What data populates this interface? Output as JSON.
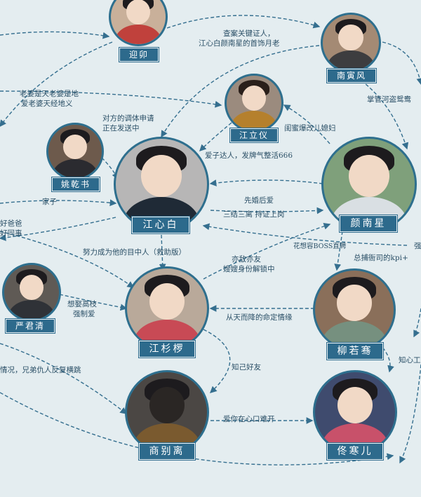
{
  "colors": {
    "background": "#e4edf0",
    "edge": "#356f8f",
    "tag": "#2d6a8c"
  },
  "characters": {
    "yingmao": "迎卯",
    "nanyinfeng": "南寅风",
    "jianglizyi": "江立仪",
    "yaoqianshu": "姚乾书",
    "jiangxinbai": "江心白",
    "yannanxing": "颜南星",
    "yanjunqing": "严君清",
    "jiangshanshan": "江杉椤",
    "liuruohan": "柳若骞",
    "shangbieli": "商别离",
    "tonghaner": "佟寒儿"
  },
  "relations": {
    "r1": "查案关键证人，",
    "r2": "江心白颜南星的首饰月老",
    "r3": "掌管河盗鸳鸯",
    "r4": "老婆是天老婆是地",
    "r5": "爱老婆天经地义",
    "r6": "对方的调体申请",
    "r7": "正在发送中",
    "r8": "闺蜜爆改儿媳妇",
    "r9": "爱子达人，发牌气整活666",
    "r10": "家子",
    "r11": "先婚后爱",
    "r12": "三结三离 持证上岗",
    "r13": "好爸爸",
    "r14": "好同事",
    "r15": "努力成为他的目中人（救助版）",
    "r16": "亦敌亦友",
    "r17": "嫂嫂身份解锁中",
    "r18": "花想容BOSS直聘",
    "r19": "总捕衙司的kpi+",
    "r20": "想娶高枝",
    "r21": "强制爱",
    "r22": "从天而降的命定情缘",
    "r23": "知心工",
    "r24": "情况，兄弟仇人反复横跳",
    "r25": "知己好友",
    "r26": "爱你在心口难开",
    "r27": "强"
  }
}
